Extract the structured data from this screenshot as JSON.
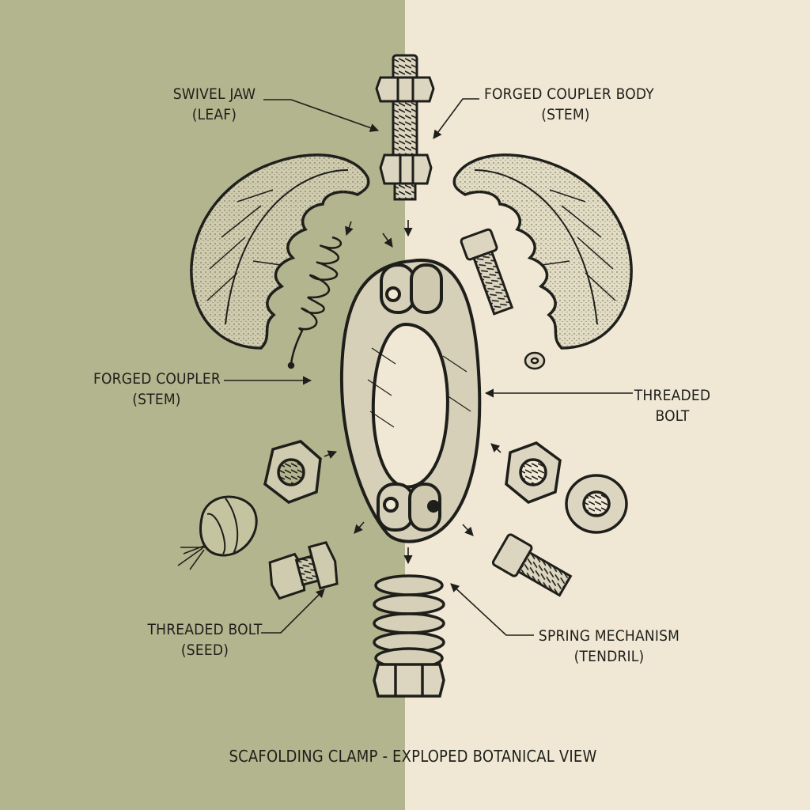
{
  "colors": {
    "left_panel": "#b3b58e",
    "right_panel": "#f0e8d5",
    "ink": "#1e1e1a",
    "metal_fill": "#dcd6c0",
    "leaf_fill": "#cfcbae"
  },
  "labels": {
    "swivel_jaw": {
      "line1": "SWIVEL JAW",
      "line2": "(LEAF)"
    },
    "forged_coupler_body": {
      "line1": "FORGED COUPLER BODY",
      "line2": "(STEM)"
    },
    "forged_coupler": {
      "line1": "FORGED COUPLER",
      "line2": "(STEM)"
    },
    "threaded_bolt_right": {
      "line1": "THREADED",
      "line2": "BOLT"
    },
    "threaded_bolt_seed": {
      "line1": "THREADED BOLT",
      "line2": "(SEED)"
    },
    "spring_mechanism": {
      "line1": "SPRING MECHANISM",
      "line2": "(TENDRIL)"
    }
  },
  "title": "SCAFOLDING CLAMP - EXPLOPED BOTANICAL VIEW",
  "icons": [
    "leaf-jaw-icon",
    "bolt-icon",
    "nut-icon",
    "spring-icon",
    "seed-pod-icon",
    "washer-icon",
    "coupler-ring-icon",
    "arrow-icon"
  ]
}
